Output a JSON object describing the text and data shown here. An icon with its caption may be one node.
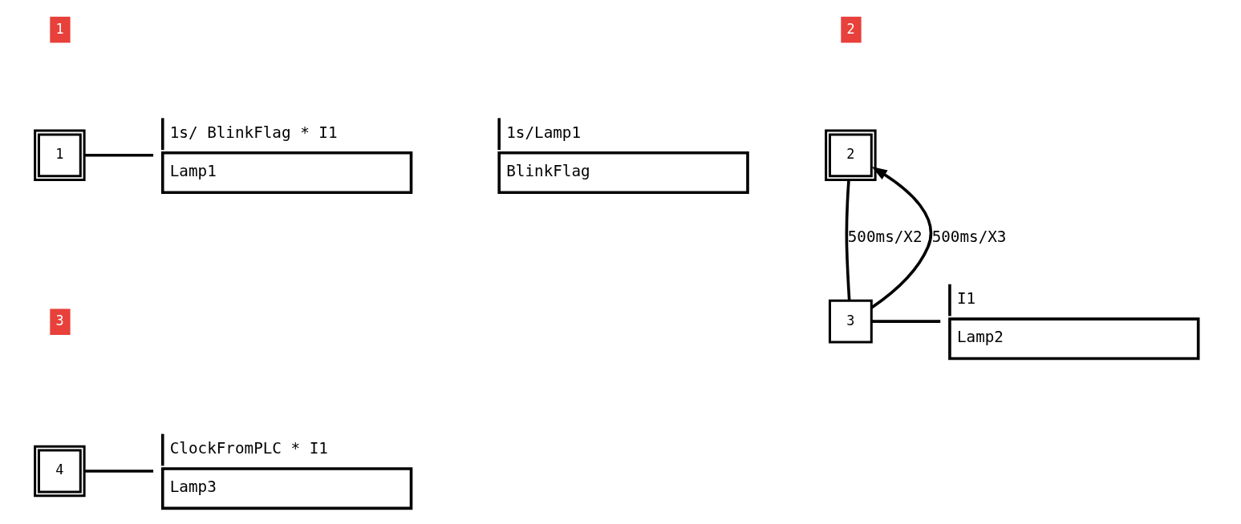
{
  "diagram": {
    "nodes": [
      {
        "text": [
          "1"
        ]
      },
      {
        "text": [
          "1s/ BlinkFlag * I1",
          "Lamp1"
        ]
      },
      {
        "text": [
          "1s/Lamp1",
          "BlinkFlag"
        ]
      },
      {
        "text": [
          "2"
        ]
      },
      {
        "text": [
          "3"
        ]
      },
      {
        "text": [
          "I1",
          "Lamp2"
        ]
      },
      {
        "text": [
          "4"
        ]
      },
      {
        "text": [
          "ClockFromPLC * I1",
          "Lamp3"
        ]
      }
    ],
    "edges": [
      {
        "from": 0,
        "to": 1,
        "arrow": "none"
      },
      {
        "from": 3,
        "to": 4,
        "arrow": "none",
        "label": "500ms/X2"
      },
      {
        "from": 4,
        "to": 3,
        "arrow": "to",
        "label": "500ms/X3"
      },
      {
        "from": 4,
        "to": 5,
        "arrow": "none"
      },
      {
        "from": 6,
        "to": 7,
        "arrow": "none"
      }
    ],
    "labels": [
      "1",
      "2",
      "3"
    ]
  }
}
